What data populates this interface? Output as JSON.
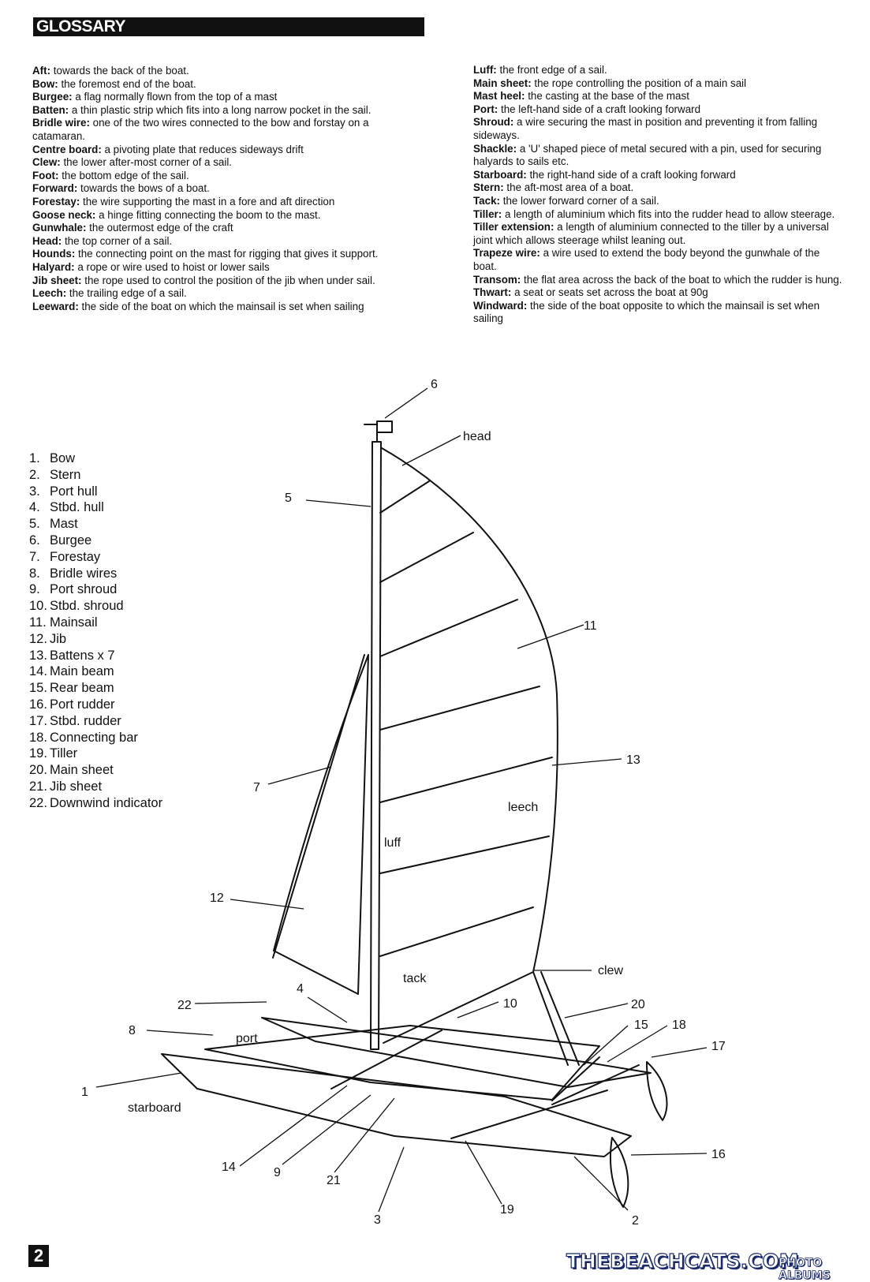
{
  "header": {
    "title": "GLOSSARY"
  },
  "glossary": {
    "left": [
      {
        "term": "Aft:",
        "def": " towards the back of the boat."
      },
      {
        "term": "Bow:",
        "def": " the foremost end of the boat."
      },
      {
        "term": "Burgee:",
        "def": " a flag normally flown from the top of a mast"
      },
      {
        "term": "Batten:",
        "def": " a thin plastic strip which fits into a long narrow pocket in the sail."
      },
      {
        "term": "Bridle wire:",
        "def": " one of the two wires connected to the bow and forstay on a catamaran."
      },
      {
        "term": "Centre board:",
        "def": " a pivoting plate that reduces sideways drift"
      },
      {
        "term": "Clew:",
        "def": " the lower after-most corner of a sail."
      },
      {
        "term": "Foot:",
        "def": " the bottom edge of the sail."
      },
      {
        "term": "Forward:",
        "def": " towards the bows of a boat."
      },
      {
        "term": "Forestay:",
        "def": " the wire supporting the mast in a fore and aft direction"
      },
      {
        "term": "Goose neck:",
        "def": " a hinge fitting connecting the boom to the mast."
      },
      {
        "term": "Gunwhale:",
        "def": " the outermost edge of the craft"
      },
      {
        "term": "Head:",
        "def": " the top corner of a sail."
      },
      {
        "term": "Hounds:",
        "def": " the connecting point on the mast for rigging that gives it support."
      },
      {
        "term": "Halyard:",
        "def": " a rope or wire used to hoist or lower sails"
      },
      {
        "term": "Jib sheet:",
        "def": " the rope used to control the position of the jib when under sail."
      },
      {
        "term": "Leech:",
        "def": " the trailing edge of a sail."
      },
      {
        "term": "Leeward:",
        "def": " the side of the boat on which the mainsail is set when sailing"
      }
    ],
    "right": [
      {
        "term": "Luff:",
        "def": " the front edge of a sail."
      },
      {
        "term": "Main sheet:",
        "def": " the rope controlling the position of a main sail"
      },
      {
        "term": "Mast heel:",
        "def": " the casting at the base of the mast"
      },
      {
        "term": "Port:",
        "def": " the left-hand side of a craft looking forward"
      },
      {
        "term": "Shroud:",
        "def": " a wire securing the mast in position and preventing it from falling sideways."
      },
      {
        "term": "Shackle:",
        "def": " a 'U' shaped piece of metal secured with a pin, used for securing halyards to sails etc."
      },
      {
        "term": "Starboard:",
        "def": " the right-hand side of a craft looking forward"
      },
      {
        "term": "Stern:",
        "def": " the aft-most area of a boat."
      },
      {
        "term": "Tack:",
        "def": " the lower forward corner of a sail."
      },
      {
        "term": "Tiller:",
        "def": " a length of aluminium which fits into the rudder head to allow steerage."
      },
      {
        "term": "Tiller extension:",
        "def": " a length of aluminium connected to the tiller by a universal joint which allows steerage whilst leaning out."
      },
      {
        "term": "Trapeze wire:",
        "def": " a wire used to extend the body beyond the gunwhale of the boat."
      },
      {
        "term": "Transom:",
        "def": " the flat area across the back of the boat to which the rudder is hung."
      },
      {
        "term": "Thwart:",
        "def": " a seat or seats set across the boat at 90g"
      },
      {
        "term": "Windward:",
        "def": " the side of the boat opposite to which the mainsail is set when sailing"
      }
    ]
  },
  "parts": [
    {
      "num": "1.",
      "label": "Bow"
    },
    {
      "num": "2.",
      "label": "Stern"
    },
    {
      "num": "3.",
      "label": "Port hull"
    },
    {
      "num": "4.",
      "label": "Stbd. hull"
    },
    {
      "num": "5.",
      "label": "Mast"
    },
    {
      "num": "6.",
      "label": "Burgee"
    },
    {
      "num": "7.",
      "label": "Forestay"
    },
    {
      "num": "8.",
      "label": "Bridle wires"
    },
    {
      "num": "9.",
      "label": "Port shroud"
    },
    {
      "num": "10.",
      "label": "Stbd. shroud"
    },
    {
      "num": "11.",
      "label": "Mainsail"
    },
    {
      "num": "12.",
      "label": "Jib"
    },
    {
      "num": "13.",
      "label": "Battens x 7"
    },
    {
      "num": "14.",
      "label": "Main beam"
    },
    {
      "num": "15.",
      "label": "Rear beam"
    },
    {
      "num": "16.",
      "label": "Port rudder"
    },
    {
      "num": "17.",
      "label": "Stbd. rudder"
    },
    {
      "num": "18.",
      "label": "Connecting bar"
    },
    {
      "num": "19.",
      "label": "Tiller"
    },
    {
      "num": "20.",
      "label": "Main sheet"
    },
    {
      "num": "21.",
      "label": "Jib sheet"
    },
    {
      "num": "22.",
      "label": "Downwind indicator"
    }
  ],
  "diagram_labels": {
    "head": "head",
    "luff": "luff",
    "leech": "leech",
    "tack": "tack",
    "clew": "clew",
    "port": "port",
    "starboard": "starboard",
    "n1": "1",
    "n2": "2",
    "n3": "3",
    "n4": "4",
    "n5": "5",
    "n6": "6",
    "n7": "7",
    "n8": "8",
    "n9": "9",
    "n10": "10",
    "n11": "11",
    "n12": "12",
    "n13": "13",
    "n14": "14",
    "n15": "15",
    "n16": "16",
    "n17": "17",
    "n18": "18",
    "n19": "19",
    "n20": "20",
    "n21": "21",
    "n22": "22"
  },
  "footer": {
    "page_number": "2",
    "logo": "THEBEACHCATS.COM",
    "logo_sub": "PHOTO ALBUMS"
  }
}
